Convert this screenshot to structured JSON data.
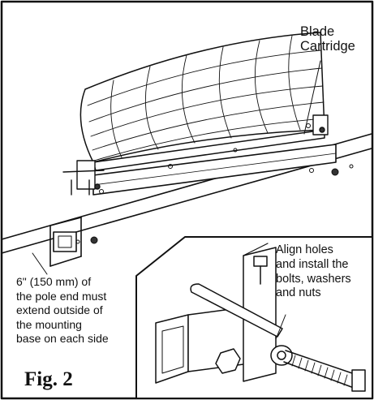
{
  "labels": {
    "blade_line1": "Blade",
    "blade_line2": "Cartridge",
    "pole_lines": [
      "6\" (150 mm) of",
      "the pole end must",
      "extend outside of",
      "the mounting",
      "base on each side"
    ],
    "align_lines": [
      "Align holes",
      "and install the",
      "bolts, washers",
      "and nuts"
    ],
    "figure": "Fig. 2"
  }
}
